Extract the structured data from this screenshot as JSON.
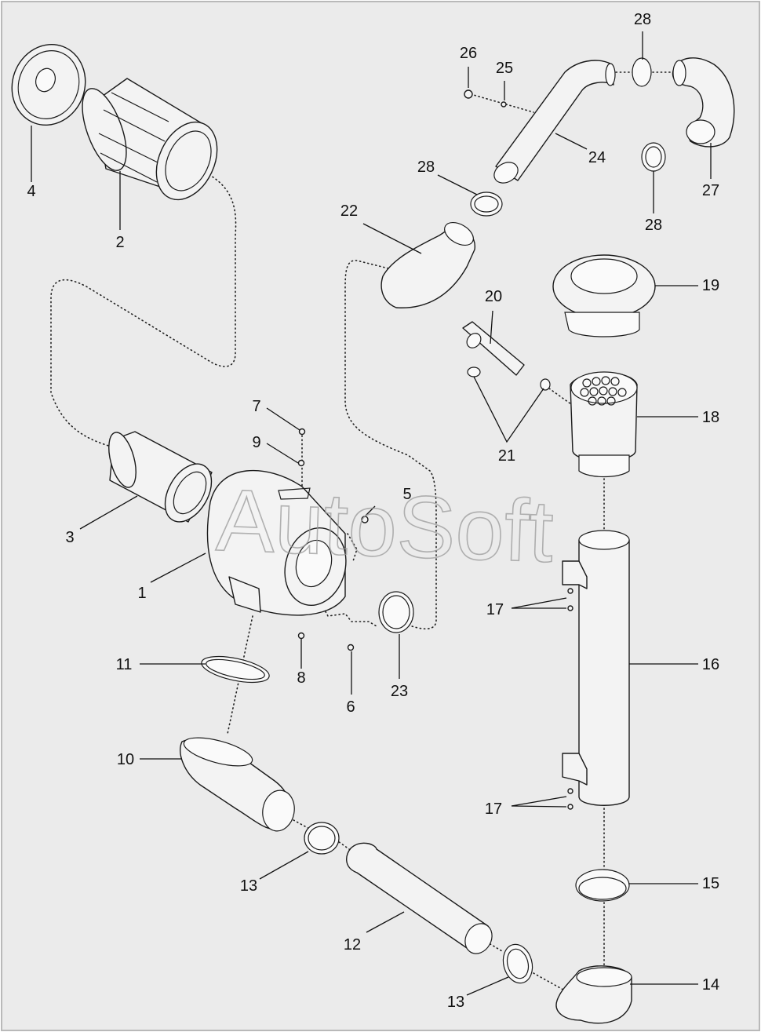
{
  "watermark": "AutoSoft",
  "colors": {
    "background": "#ebebeb",
    "frame": "#b9b9b9",
    "ink": "#1a1a1a",
    "part_fill": "#f3f3f3",
    "watermark": "#9a9a9a"
  },
  "callouts": {
    "c1": "1",
    "c2": "2",
    "c3": "3",
    "c4": "4",
    "c5": "5",
    "c6": "6",
    "c7": "7",
    "c8": "8",
    "c9": "9",
    "c10": "10",
    "c11": "11",
    "c12": "12",
    "c13a": "13",
    "c13b": "13",
    "c14": "14",
    "c15": "15",
    "c16": "16",
    "c17a": "17",
    "c17b": "17",
    "c18": "18",
    "c19": "19",
    "c20": "20",
    "c21": "21",
    "c22": "22",
    "c23": "23",
    "c24": "24",
    "c25": "25",
    "c26": "26",
    "c27": "27",
    "c28a": "28",
    "c28b": "28",
    "c28c": "28"
  }
}
